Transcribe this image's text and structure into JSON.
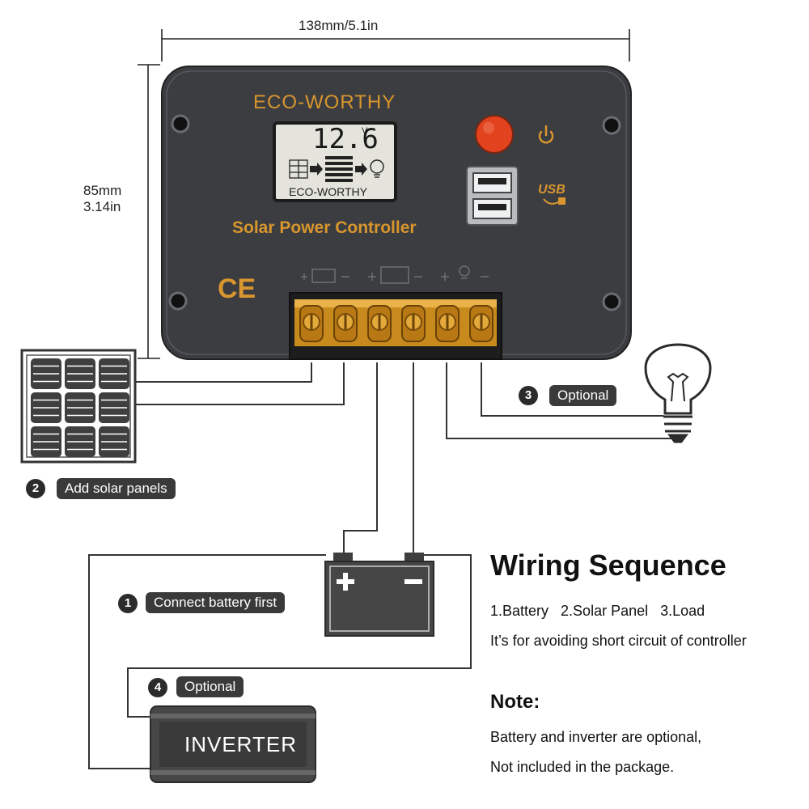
{
  "dimensions": {
    "width_label": "138mm/5.1in",
    "height_mm": "85mm",
    "height_in": "3.14in"
  },
  "controller": {
    "brand": "ECO-WORTHY",
    "lcd_voltage": "12.6",
    "lcd_unit": "V",
    "lcd_brand": "ECO-WORTHY",
    "title": "Solar Power Controller",
    "ce_mark": "CE",
    "usb_label": "USB",
    "power_icon": "power-icon",
    "terminal_count": 6,
    "body_color": "#3b3d40",
    "accent_color": "#d9962e",
    "button_color": "#e2431f"
  },
  "steps": [
    {
      "number": "1",
      "label": "Connect battery first"
    },
    {
      "number": "2",
      "label": "Add solar panels"
    },
    {
      "number": "3",
      "label": "Optional"
    },
    {
      "number": "4",
      "label": "Optional"
    }
  ],
  "inverter": {
    "label": "INVERTER"
  },
  "wiring": {
    "title": "Wiring Sequence",
    "line1": "1.Battery   2.Solar Panel   3.Load",
    "line2": "It’s for avoiding short circuit of controller"
  },
  "note": {
    "title": "Note:",
    "line1": "Battery and inverter are optional,",
    "line2": "Not included in the package."
  },
  "icons": [
    "solar-panel-icon",
    "battery-icon",
    "light-bulb-icon",
    "usb-port-icon",
    "power-icon"
  ]
}
